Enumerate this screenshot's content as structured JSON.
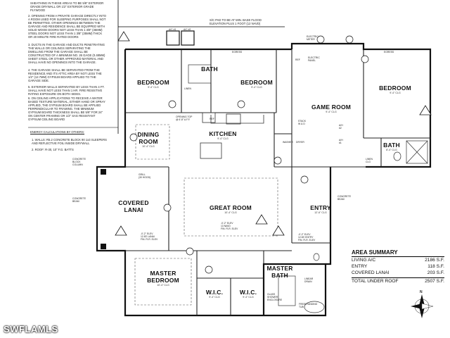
{
  "notes": {
    "garage_top": "SHEATHING IN THESE AREAS TO BE 5/8\" EXTERIOR\nGRADE DRYWALL OR 1/2\" EXTERIOR GRADE\nPLYWOOD",
    "note2": "2. OPENING FROM A PRIVATE GARAGE DIRECTLY INTO\nA ROOM USED FOR SLEEPING PURPOSES SHALL NOT\nBE PERMITTED. OTHER OPENINGS BETWEEN THE\nGARAGE AND RESIDENCE SHALL BE EQUIPPED WITH\nSOLID WOOD DOORS NOT LESS THAN 1 3/8\" (35MM)\nSTEEL DOORS NOT LESS THAN 1 3/8\" (35MM) THICK\nOR 20 MINUTE FIRE RATED DOORS",
    "note3": "3. DUCTS IN THE GARAGE AND DUCTS PENETRATING\nTHE WALLS OR CEILINGS SEPARATING THE\nDWELLING FROM THE GARAGE SHALL BE\nCONSTRUCTED OF A MINIMUM NO. 26 GAGE (0.48MM)\nSHEET STEEL OR OTHER APPROVED MATERIAL AND\nSHALL HAVE NO OPENINGS INTO THE GARAGE.",
    "note4": "4. THE GARAGE SHALL BE SEPARATED FROM THE\nRESIDENCE AND ITS ATTIC AREA BY NOT LESS THE\n1/2\" (12.7MM) GYPSUM BOARD APPLIED TO THE\nGARAGE SIDE.",
    "note5": "5. EXTERIOR WALLS SEPARATED BY LESS THAN 4 FT.\nSHALL HAVE NOT LESS THAN 1 HR. FIRE RESISTIVE\nRATING EXPOSURE ON BOTH SIDES.",
    "note6": "6. ON CEILING APPLICATIONS TO RECEIVE A WATER\nBASED TEXTURE MATERIAL, EITHER HAND OR SPRAY\nAPPLIED, THE GYPSUM BOARD SHALL BE APPLIED\nPERPENDICULAR TO FRAMING. THE MINIMUM\nGYPSUM BOARD THICKNESS SHALL BE 5/8\" FOR 24\"\nON CENTER FRAMING OR 1/2\" SAG RESISTANT\nGYPSUM CEILING BOARD",
    "energy_title": "ENERGY CALCULATIONS BY OTHERS:",
    "energy1": "1. WALLS: R5.2 CONCRETE BLOCK 90 1x3 SLEEPERS\n   AND REFLECTIVE FOIL INSIDE DRYWALL",
    "energy2": "2. ROOF: R-30, 10\" F.G. BATTS",
    "pad_note": "S/C PAD TO BE AT MIN. BASE FLOOD\nELEVATION PLUS 1 FOOT (12 NAVD)"
  },
  "rooms": [
    {
      "key": "bedroom_left",
      "name": "BEDROOM",
      "ceiling": "9'-4\" CLG"
    },
    {
      "key": "bath_top",
      "name": "BATH",
      "ceiling": ""
    },
    {
      "key": "bedroom_mid",
      "name": "BEDROOM",
      "ceiling": "9'-4\" CLG"
    },
    {
      "key": "game_room",
      "name": "GAME ROOM",
      "ceiling": "9'-4\" CLG"
    },
    {
      "key": "bedroom_right",
      "name": "BEDROOM",
      "ceiling": "9'-4\" CLG"
    },
    {
      "key": "dining",
      "name": "DINING\nROOM",
      "ceiling": "10'-4\" CLG"
    },
    {
      "key": "kitchen",
      "name": "KITCHEN",
      "ceiling": "9'-4\" CLG"
    },
    {
      "key": "bath_right",
      "name": "BATH",
      "ceiling": "8'-4\" CLG"
    },
    {
      "key": "covered_lanai",
      "name": "COVERED\nLANAI",
      "ceiling": ""
    },
    {
      "key": "great_room",
      "name": "GREAT ROOM",
      "ceiling": "10'-4\" CLG"
    },
    {
      "key": "entry",
      "name": "ENTRY",
      "ceiling": "12'-6\" CLG"
    },
    {
      "key": "master_bedroom",
      "name": "MASTER\nBEDROOM",
      "ceiling": "10'-4\" CLG"
    },
    {
      "key": "wic1",
      "name": "W.I.C.",
      "ceiling": "9'-4\" CLG"
    },
    {
      "key": "wic2",
      "name": "W.I.C.",
      "ceiling": "9'-4\" CLG"
    },
    {
      "key": "master_bath",
      "name": "MASTER\nBATH",
      "ceiling": ""
    }
  ],
  "labels": {
    "egress": "EGRESS",
    "electric_meter": "ELECTRIC\nMETER",
    "electric_panel": "ELECTRIC\nPANEL",
    "ac1": "A/C #1",
    "ac2": "A/C #2",
    "concrete_beam": "CONCRETE\nBEAM",
    "concrete_block_column": "CONCRETE\nBLOCK\nCOLUMN",
    "grill": "GRILL\n(30 HOOD)",
    "elev_lanai": "-0'-2\" ELEV\n12.83' LANAI\nFIN. FLR. ELEV",
    "elev_great": "-0'-2\" ELEV\n13 NAVD\nFIN. FLR. ELEV",
    "elev_entry": "-0'-2\" ELEV\n12.83' ENTRY\nFIN. FLR. ELEV",
    "opening_top": "OPENING TOP\n@ 6'-8\" A.F.F.",
    "ref": "REF",
    "washer": "WASHER",
    "dryer": "DRYER",
    "linen": "LINEN",
    "linen_clg": "LINEN\nCLG",
    "stack_wd": "STACK\nW & D",
    "ah1": "A/H\n#1",
    "ah2": "A/H\n#2",
    "glass_shower": "GLASS\nSHOWER\nENCLOSURE",
    "linear_drain": "LINEAR\nDRAIN",
    "freestanding_tub": "FREESTANDING\nTUB"
  },
  "area_summary": {
    "title": "AREA SUMMARY",
    "rows": [
      {
        "label": "LIVING A/C",
        "value": "2186 S.F."
      },
      {
        "label": "ENTRY",
        "value": "118 S.F."
      },
      {
        "label": "COVERED LANAI",
        "value": "203 S.F."
      }
    ],
    "total": {
      "label": "TOTAL UNDER ROOF",
      "value": "2507 S.F."
    }
  },
  "north_arrow": "N",
  "watermark": "SWFLAMLS"
}
